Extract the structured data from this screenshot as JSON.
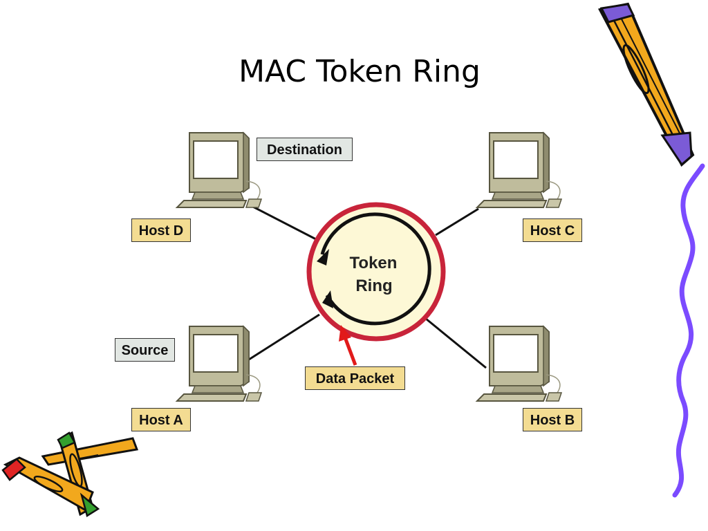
{
  "slide": {
    "title": "MAC Token Ring"
  },
  "ring": {
    "line1": "Token",
    "line2": "Ring"
  },
  "hosts": {
    "d": {
      "label": "Host D"
    },
    "c": {
      "label": "Host C"
    },
    "a": {
      "label": "Host A"
    },
    "b": {
      "label": "Host B"
    }
  },
  "roles": {
    "destination": "Destination",
    "source": "Source"
  },
  "packet": {
    "label": "Data Packet"
  },
  "colors": {
    "ring_outer": "#c8243a",
    "ring_fill": "#fdf8d6",
    "host_label_bg": "#f3dc92",
    "role_label_bg": "#e2e7e3",
    "packet_arrow": "#e11a1a",
    "squiggle": "#7b4bff",
    "pencil_body": "#f2a81d"
  }
}
